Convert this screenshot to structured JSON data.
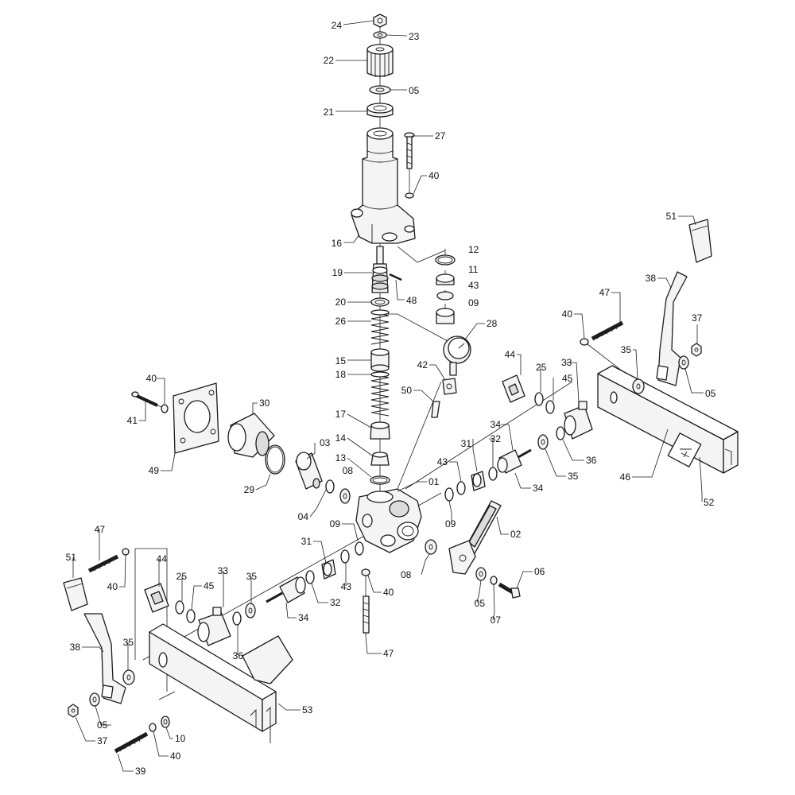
{
  "diagram": {
    "kind": "exploded parts diagram",
    "callouts": {
      "c24": "24",
      "c23": "23",
      "c22": "22",
      "c05a": "05",
      "c21": "21",
      "c27": "27",
      "c40a": "40",
      "c16": "16",
      "c12": "12",
      "c11": "11",
      "c19": "19",
      "c48": "48",
      "c43a": "43",
      "c09a": "09",
      "c20": "20",
      "c26": "26",
      "c28": "28",
      "c15": "15",
      "c42": "42",
      "c18": "18",
      "c50": "50",
      "c17": "17",
      "c14": "14",
      "c13": "13",
      "c31a": "31",
      "c32a": "32",
      "c34a": "34",
      "c43b": "43",
      "c34b": "34",
      "c01": "01",
      "c09b": "09",
      "c09c": "09",
      "c02": "02",
      "c08a": "08",
      "c04": "04",
      "c03": "03",
      "c29": "29",
      "c30": "30",
      "c49": "49",
      "c40b": "40",
      "c41": "41",
      "c44a": "44",
      "c25a": "25",
      "c33a": "33",
      "c45a": "45",
      "c36a": "36",
      "c35a": "35",
      "c46": "46",
      "c52": "52",
      "c51a": "51",
      "c38a": "38",
      "c47a": "47",
      "c40c": "40",
      "c37a": "37",
      "c35b": "35",
      "c05b": "05",
      "c47b": "47",
      "c51b": "51",
      "c40d": "40",
      "c44b": "44",
      "c25b": "25",
      "c45b": "45",
      "c33b": "33",
      "c35c": "35",
      "c31b": "31",
      "c43c": "43",
      "c32b": "32",
      "c34c": "34",
      "c36b": "36",
      "c38b": "38",
      "c35d": "35",
      "c40e": "40",
      "c08b": "08",
      "c06": "06",
      "c05c": "05",
      "c07": "07",
      "c47c": "47",
      "c05d": "05",
      "c53": "53",
      "c37b": "37",
      "c10": "10",
      "c40f": "40",
      "c39": "39"
    }
  }
}
